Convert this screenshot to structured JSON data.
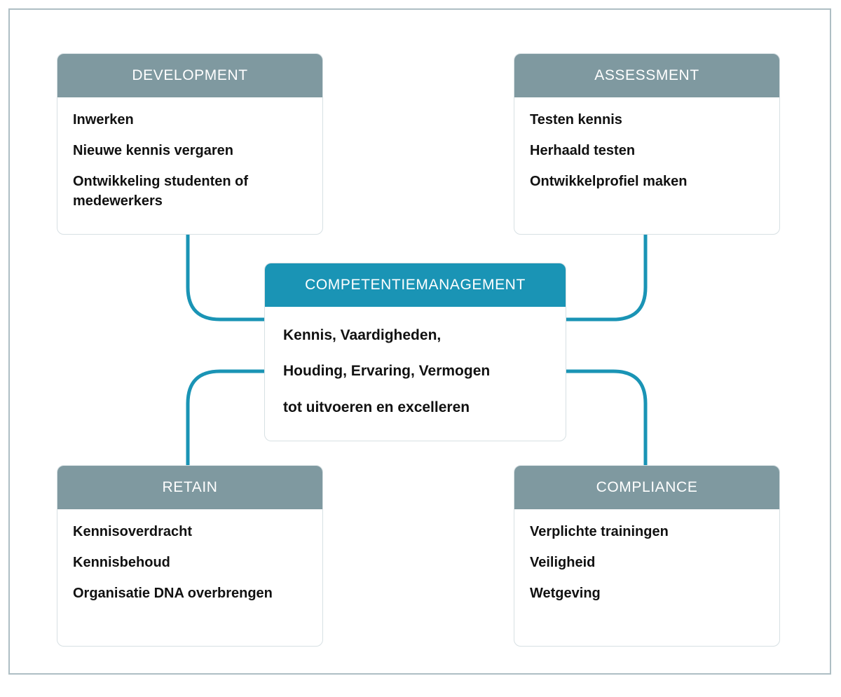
{
  "diagram": {
    "title": "COMPETENTIEMANAGEMENT",
    "colors": {
      "accent_teal": "#1a94b5",
      "header_grey": "#7f99a0",
      "frame_border": "#aebec4",
      "card_border": "#d7e0e3",
      "card_background": "#ffffff",
      "text": "#111111",
      "header_text": "#ffffff"
    },
    "center": {
      "header": "COMPETENTIEMANAGEMENT",
      "lines": [
        "Kennis, Vaardigheden,",
        "Houding, Ervaring, Vermogen",
        "tot uitvoeren en excelleren"
      ]
    },
    "cards": [
      {
        "id": "development",
        "header": "DEVELOPMENT",
        "items": [
          "Inwerken",
          "Nieuwe kennis vergaren",
          "Ontwikkeling studenten of medewerkers"
        ]
      },
      {
        "id": "assessment",
        "header": "ASSESSMENT",
        "items": [
          "Testen kennis",
          "Herhaald testen",
          "Ontwikkelprofiel maken"
        ]
      },
      {
        "id": "retain",
        "header": "RETAIN",
        "items": [
          "Kennisoverdracht",
          "Kennisbehoud",
          "Organisatie DNA overbrengen"
        ]
      },
      {
        "id": "compliance",
        "header": "COMPLIANCE",
        "items": [
          "Verplichte trainingen",
          "Veiligheid",
          "Wetgeving"
        ]
      }
    ],
    "connectors": [
      {
        "id": "development-to-center",
        "from": "development",
        "to": "center"
      },
      {
        "id": "assessment-to-center",
        "from": "assessment",
        "to": "center"
      },
      {
        "id": "center-to-retain",
        "from": "center",
        "to": "retain"
      },
      {
        "id": "center-to-compliance",
        "from": "center",
        "to": "compliance"
      }
    ]
  }
}
